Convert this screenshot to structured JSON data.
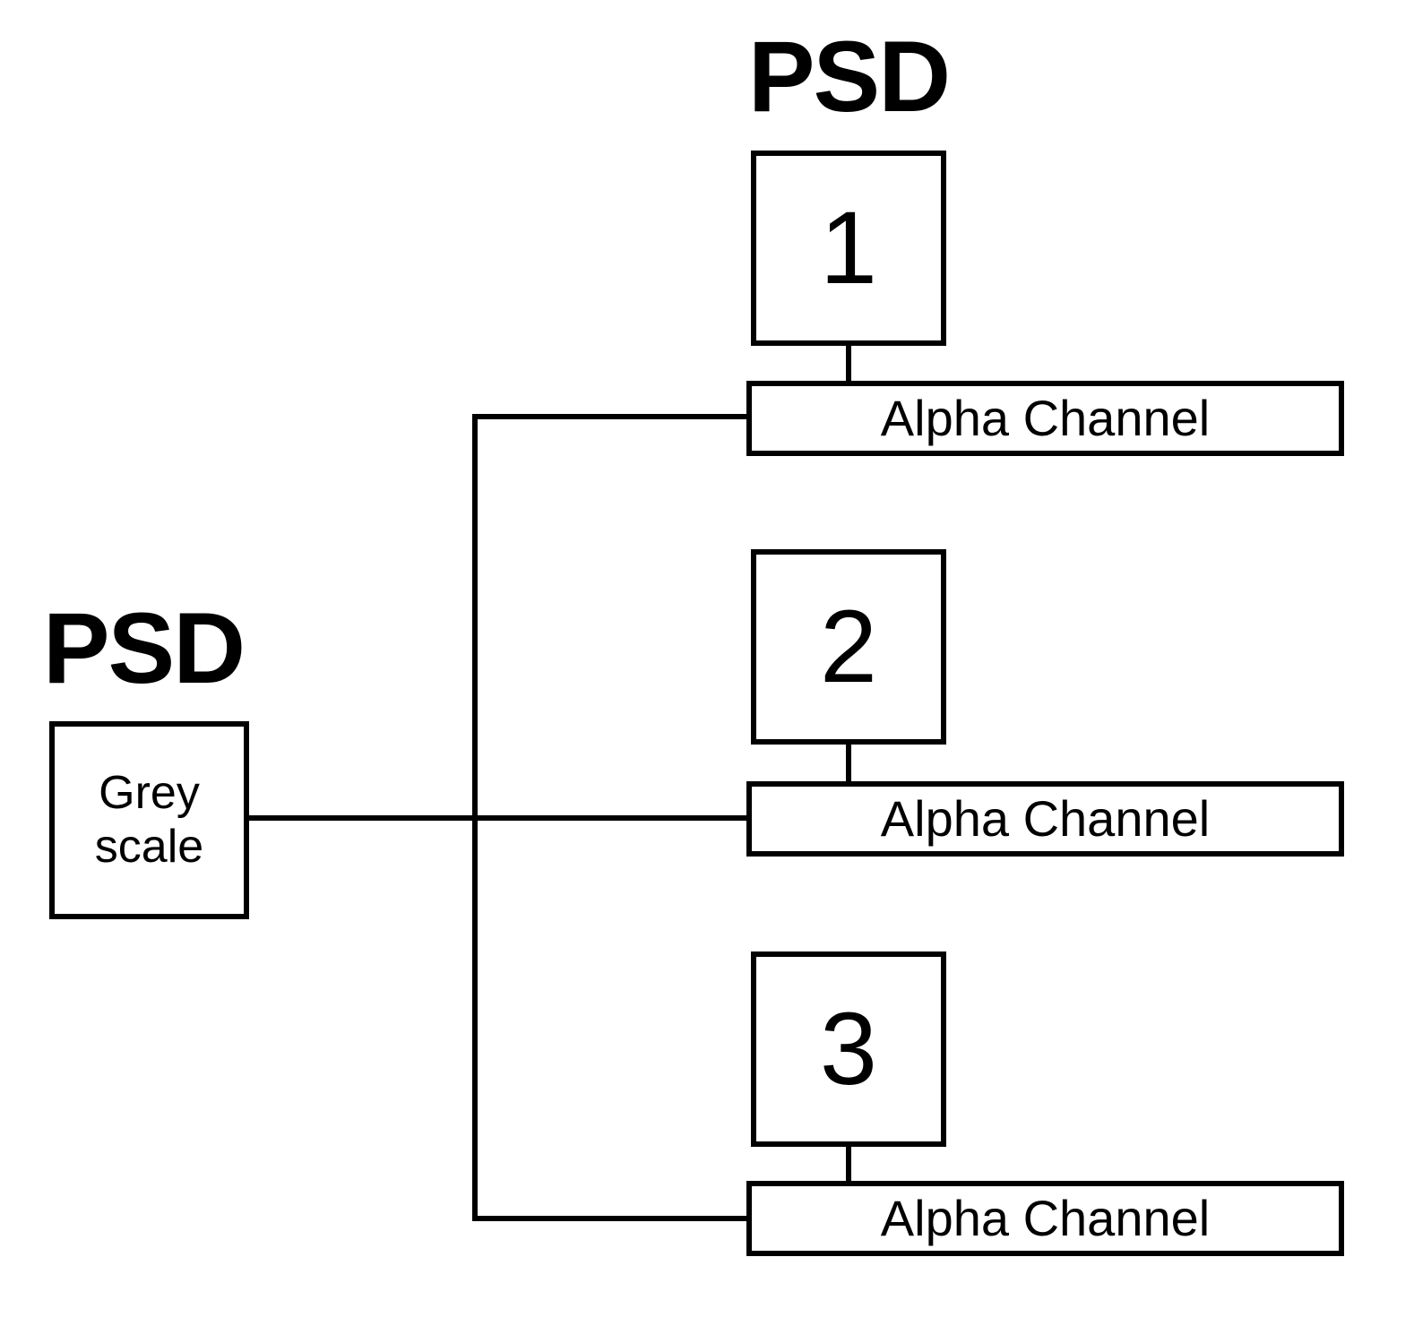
{
  "diagram": {
    "type": "flow-diagram",
    "top_heading": "PSD",
    "left_heading": "PSD",
    "source": {
      "label_line1": "Grey",
      "label_line2": "scale"
    },
    "outputs": [
      {
        "number": "1",
        "channel_label": "Alpha Channel"
      },
      {
        "number": "2",
        "channel_label": "Alpha Channel"
      },
      {
        "number": "3",
        "channel_label": "Alpha Channel"
      }
    ],
    "colors": {
      "line": "#000000",
      "background": "#ffffff",
      "text": "#000000"
    }
  }
}
